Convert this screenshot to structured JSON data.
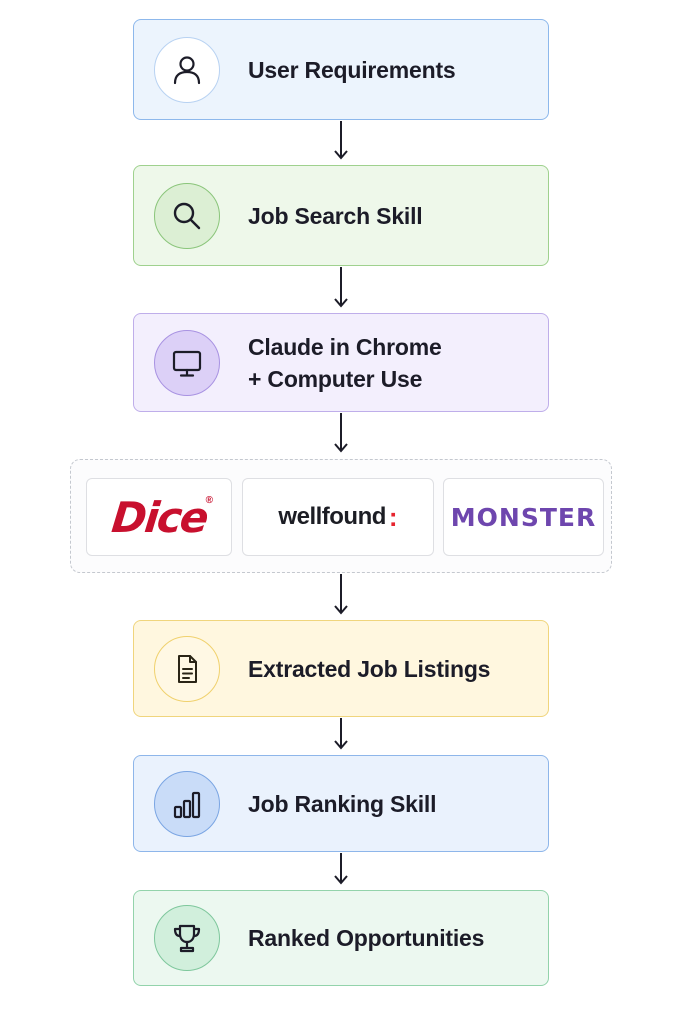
{
  "nodes": [
    {
      "label": "User Requirements",
      "icon": "user-icon"
    },
    {
      "label": "Job Search Skill",
      "icon": "search-icon"
    },
    {
      "label": "Claude in Chrome\n+ Computer Use",
      "icon": "monitor-icon"
    },
    {
      "label": "Extracted Job Listings",
      "icon": "document-icon"
    },
    {
      "label": "Job Ranking Skill",
      "icon": "bar-chart-icon"
    },
    {
      "label": "Ranked Opportunities",
      "icon": "trophy-icon"
    }
  ],
  "sources": [
    {
      "name": "Dice",
      "mark": "®",
      "color": "#c8102e"
    },
    {
      "name": "wellfound",
      "mark": ":",
      "color": "#1c1d24",
      "accent": "#e6252f"
    },
    {
      "name": "MONSTER",
      "color": "#6e46ae"
    }
  ]
}
